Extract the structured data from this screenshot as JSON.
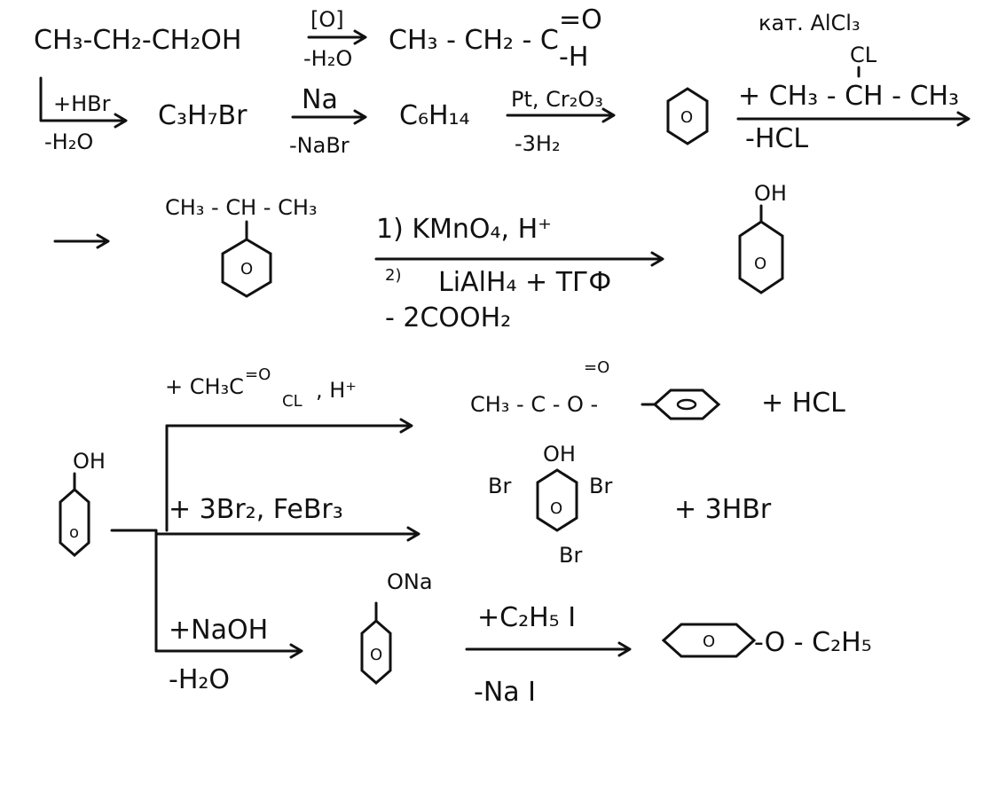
{
  "row1": {
    "propanol": "CH₃-CH₂-CH₂OH",
    "oxid_top": "[O]",
    "oxid_bottom": "-H₂O",
    "aldehyde_main": "CH₃ - CH₂ - C",
    "aldehyde_o": "=O",
    "aldehyde_h": "-H",
    "cat": "кат. AlCl₃"
  },
  "row2": {
    "hbr_top": "+HBr",
    "hbr_bottom": "-H₂O",
    "propyl_bromide": "C₃H₇Br",
    "na_top": "Na",
    "na_bottom": "-NaBr",
    "hexane": "C₆H₁₄",
    "pt_top": "Pt, Cr₂O₃",
    "pt_bottom": "-3H₂",
    "benzene_o": "O",
    "chloro_cl": "CL",
    "chloro_top": "+ CH₃ - CH - CH₃",
    "chloro_bottom": "-HCL"
  },
  "row3": {
    "cumene_top": "CH₃ - CH - CH₃",
    "cumene_o": "O",
    "step1": "1) KMnO₄, H⁺",
    "step2_num": "2)",
    "step2": "LiAlH₄ + ТГФ",
    "step3": "- 2COOH₂",
    "phenol_oh": "OH",
    "phenol_o": "O"
  },
  "branches": {
    "phenol_oh": "OH",
    "phenol_o": "o",
    "b1_reagent": "+ CH₃C",
    "b1_o": "=O",
    "b1_cl": "CL",
    "b1_h": ", H⁺",
    "b1_product": "CH₃ - C - O -",
    "b1_product_o": "=O",
    "b1_byproduct": "+ HCL",
    "b2_reagent": "+ 3Br₂, FeBr₃",
    "b2_oh": "OH",
    "b2_br_left": "Br",
    "b2_br_right": "Br",
    "b2_br_bottom": "Br",
    "b2_o": "O",
    "b2_byproduct": "+ 3HBr",
    "b3_reagent": "+NaOH",
    "b3_water": "-H₂O",
    "b3_ona": "ONa",
    "b3_o": "O",
    "b4_top": "+C₂H₅ I",
    "b4_bottom": "-Na I",
    "ether_o": "O",
    "ether_tail": "-O - C₂H₅"
  }
}
